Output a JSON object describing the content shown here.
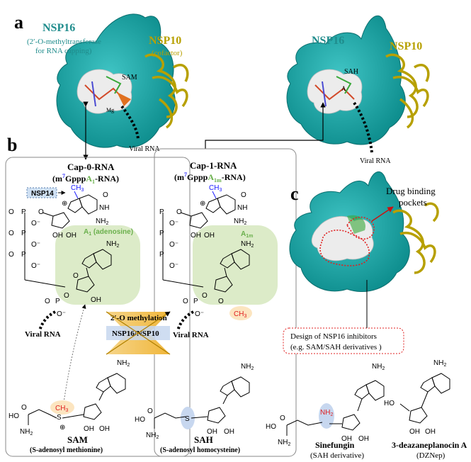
{
  "panel_a": {
    "letter": "a",
    "nsp16_title": "NSP16",
    "nsp16_sub1": "(2′-O-methyltransferase",
    "nsp16_sub2": "for RNA capping)",
    "nsp10_title": "NSP10",
    "nsp10_sub": "(cofactor)",
    "sam_label": "SAM",
    "sah_label": "SAH",
    "mg_label": "Mg",
    "a_label": "A",
    "viral_rna_left": "Viral RNA",
    "nsp16_title_right": "NSP16",
    "nsp10_title_right": "NSP10",
    "viral_rna_right": "Viral RNA"
  },
  "panel_b": {
    "letter": "b",
    "cap0_title": "Cap-0-RNA",
    "cap0_formula_pre": "(m",
    "cap0_formula_sup": "7",
    "cap0_formula_mid": "Gppp",
    "cap0_formula_a": "A",
    "cap0_formula_sub": "1",
    "cap0_formula_post": "-RNA)",
    "cap1_title": "Cap-1-RNA",
    "cap1_formula_pre": "(m",
    "cap1_formula_sup": "7",
    "cap1_formula_mid": "Gppp",
    "cap1_formula_a": "A",
    "cap1_formula_sub": "1m",
    "cap1_formula_post": "-RNA)",
    "nsp14": "NSP14",
    "ch3": "CH",
    "ch3_sub": "3",
    "a1_adenosine": "A",
    "a1_sub": "1",
    "a1_word": " (adenosine)",
    "a1m": "A",
    "a1m_sub": "1m",
    "methylation": "2′-O methylation",
    "enzyme": "NSP16/NSP10",
    "viral_rna_1": "Viral RNA",
    "viral_rna_2": "Viral RNA",
    "sam_name": "SAM",
    "sam_full": "(S-adenosyl methionine)",
    "sah_name": "SAH",
    "sah_full": "(S-adenosyl homocysteine)",
    "nh2": "NH",
    "nh2_sub": "2",
    "o": "O",
    "oh": "OH",
    "ho": "HO",
    "n": "N",
    "nh": "NH",
    "p": "P",
    "ominus": "O⁻",
    "s": "S",
    "plus": "⊕"
  },
  "panel_c": {
    "letter": "c",
    "drug_pockets_1": "Drug binding",
    "drug_pockets_2": "pockets",
    "design_1": "Design of NSP16 inhibitors",
    "design_2": "(e.g. SAM/SAH derivatives )",
    "sinefungin": "Sinefungin",
    "sinefungin_sub": "(SAH derivative)",
    "dznep": "3-deazaneplanocin A",
    "dznep_sub": "(DZNep)"
  },
  "colors": {
    "teal": "#1f8c8c",
    "gold": "#b7a000",
    "red": "#e02020",
    "green_bg": "#dcebc8",
    "blue": "#1a1aff"
  }
}
